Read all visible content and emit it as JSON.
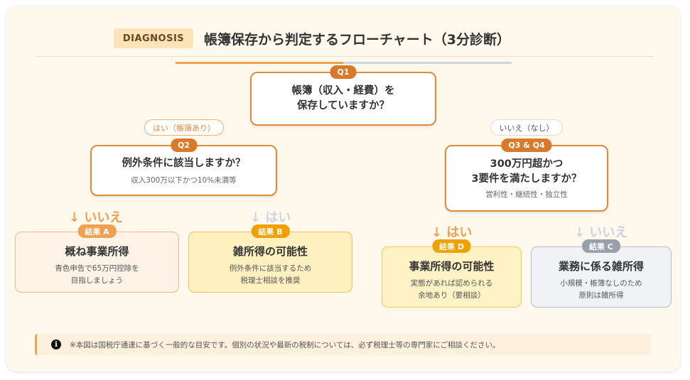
{
  "header": {
    "badge": "DIAGNOSIS",
    "title": "帳簿保存から判定するフローチャート（3分診断）"
  },
  "progress": {
    "fraction": 0.5
  },
  "q1": {
    "tag": "Q1",
    "line1": "帳簿（収入・経費）を",
    "line2": "保存していますか？"
  },
  "branch_yes": "はい（帳簿あり）",
  "branch_no": "いいえ（なし）",
  "q2": {
    "tag": "Q2",
    "title": "例外条件に該当しますか？",
    "sub": "収入300万以下かつ10%未満等"
  },
  "q3": {
    "tag": "Q3 & Q4",
    "line1": "300万円超かつ",
    "line2": "3要件を満たしますか？",
    "sub": "営利性・継続性・独立性"
  },
  "arrows": {
    "a": "↓ いいえ",
    "b": "↓ はい",
    "d": "↓ はい",
    "c": "↓ いいえ"
  },
  "results": {
    "a": {
      "tag": "結果 A",
      "title": "概ね事業所得",
      "sub1": "青色申告で65万円控除を",
      "sub2": "目指しましょう"
    },
    "b": {
      "tag": "結果 B",
      "title": "雑所得の可能性",
      "sub1": "例外条件に該当するため",
      "sub2": "税理士相談を推奨"
    },
    "d": {
      "tag": "結果 D",
      "title": "事業所得の可能性",
      "sub1": "実態があれば認められる",
      "sub2": "余地あり（要相談）"
    },
    "c": {
      "tag": "結果 C",
      "title": "業務に係る雑所得",
      "sub1": "小規模・帳簿なしのため",
      "sub2": "原則は雑所得"
    }
  },
  "notice": {
    "icon": "info-icon",
    "text": "※本図は国税庁通達に基づく一般的な目安です。個別の状況や最新の税制については、必ず税理士等の専門家にご相談ください。"
  },
  "colors": {
    "accent": "#e08a3a",
    "bg": "#fff8ec"
  }
}
